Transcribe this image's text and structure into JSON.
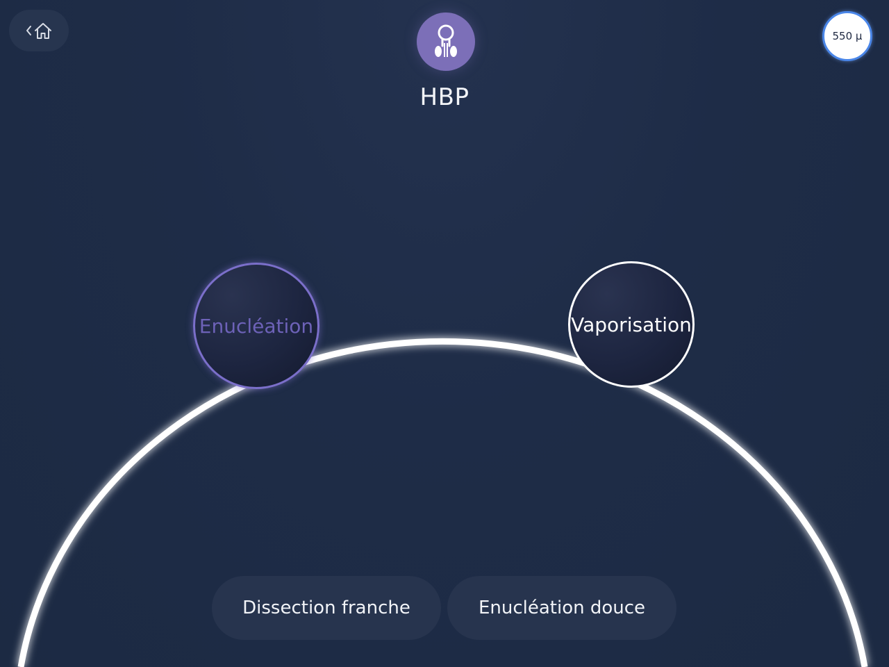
{
  "header": {
    "home_icon": "back-home-icon",
    "indication_icon": "prostate-icon",
    "indication_title": "HBP",
    "fiber_label": "550 µ",
    "colors": {
      "background": "#1e2c47",
      "indication_accent": "#7c6fb8",
      "fiber_ring": "#4a86e8"
    }
  },
  "modes": [
    {
      "label": "Enucléation",
      "selected": true,
      "color": "#7b6fca"
    },
    {
      "label": "Vaporisation",
      "selected": false,
      "color": "#ffffff"
    }
  ],
  "submodes": [
    {
      "label": "Dissection franche"
    },
    {
      "label": "Enucléation douce"
    }
  ]
}
